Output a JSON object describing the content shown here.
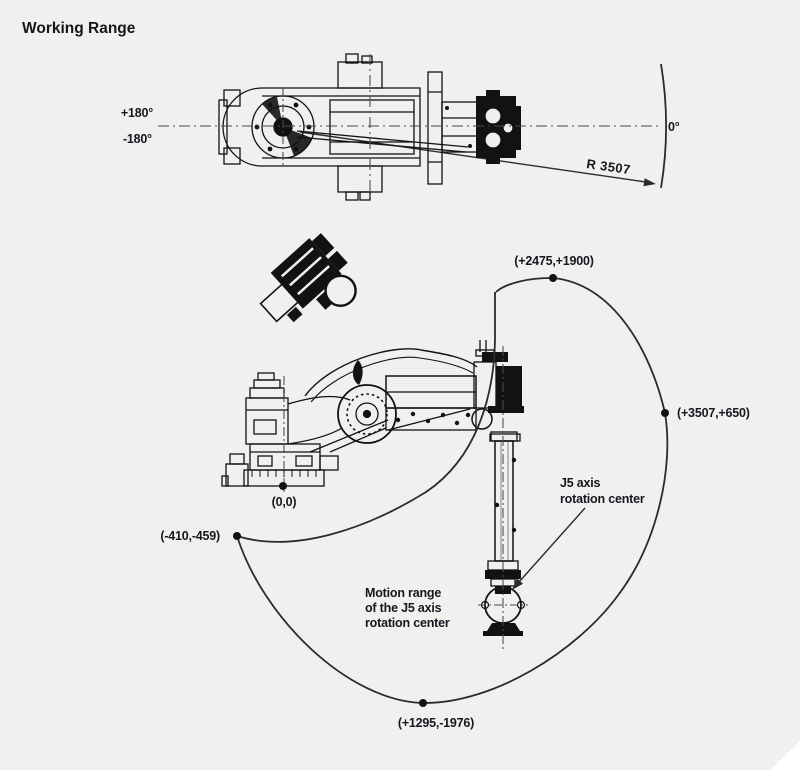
{
  "page": {
    "title": "Working Range"
  },
  "colors": {
    "background": "#f1f0ef",
    "line": "#2b2b2b",
    "drawing": "#121212",
    "text": "#16161f"
  },
  "top_view": {
    "rotation_plus": "+180°",
    "rotation_minus": "-180°",
    "zero_angle": "0°",
    "radius_label": "R 3507"
  },
  "side_view": {
    "origin_label": "(0,0)",
    "points": {
      "top": "(+2475,+1900)",
      "right": "(+3507,+650)",
      "bottom": "(+1295,-1976)",
      "left": "(-410,-459)"
    },
    "j5_callout_line1": "J5 axis",
    "j5_callout_line2": "rotation center",
    "motion_note_line1": "Motion range",
    "motion_note_line2": "of the J5 axis",
    "motion_note_line3": "rotation center"
  }
}
